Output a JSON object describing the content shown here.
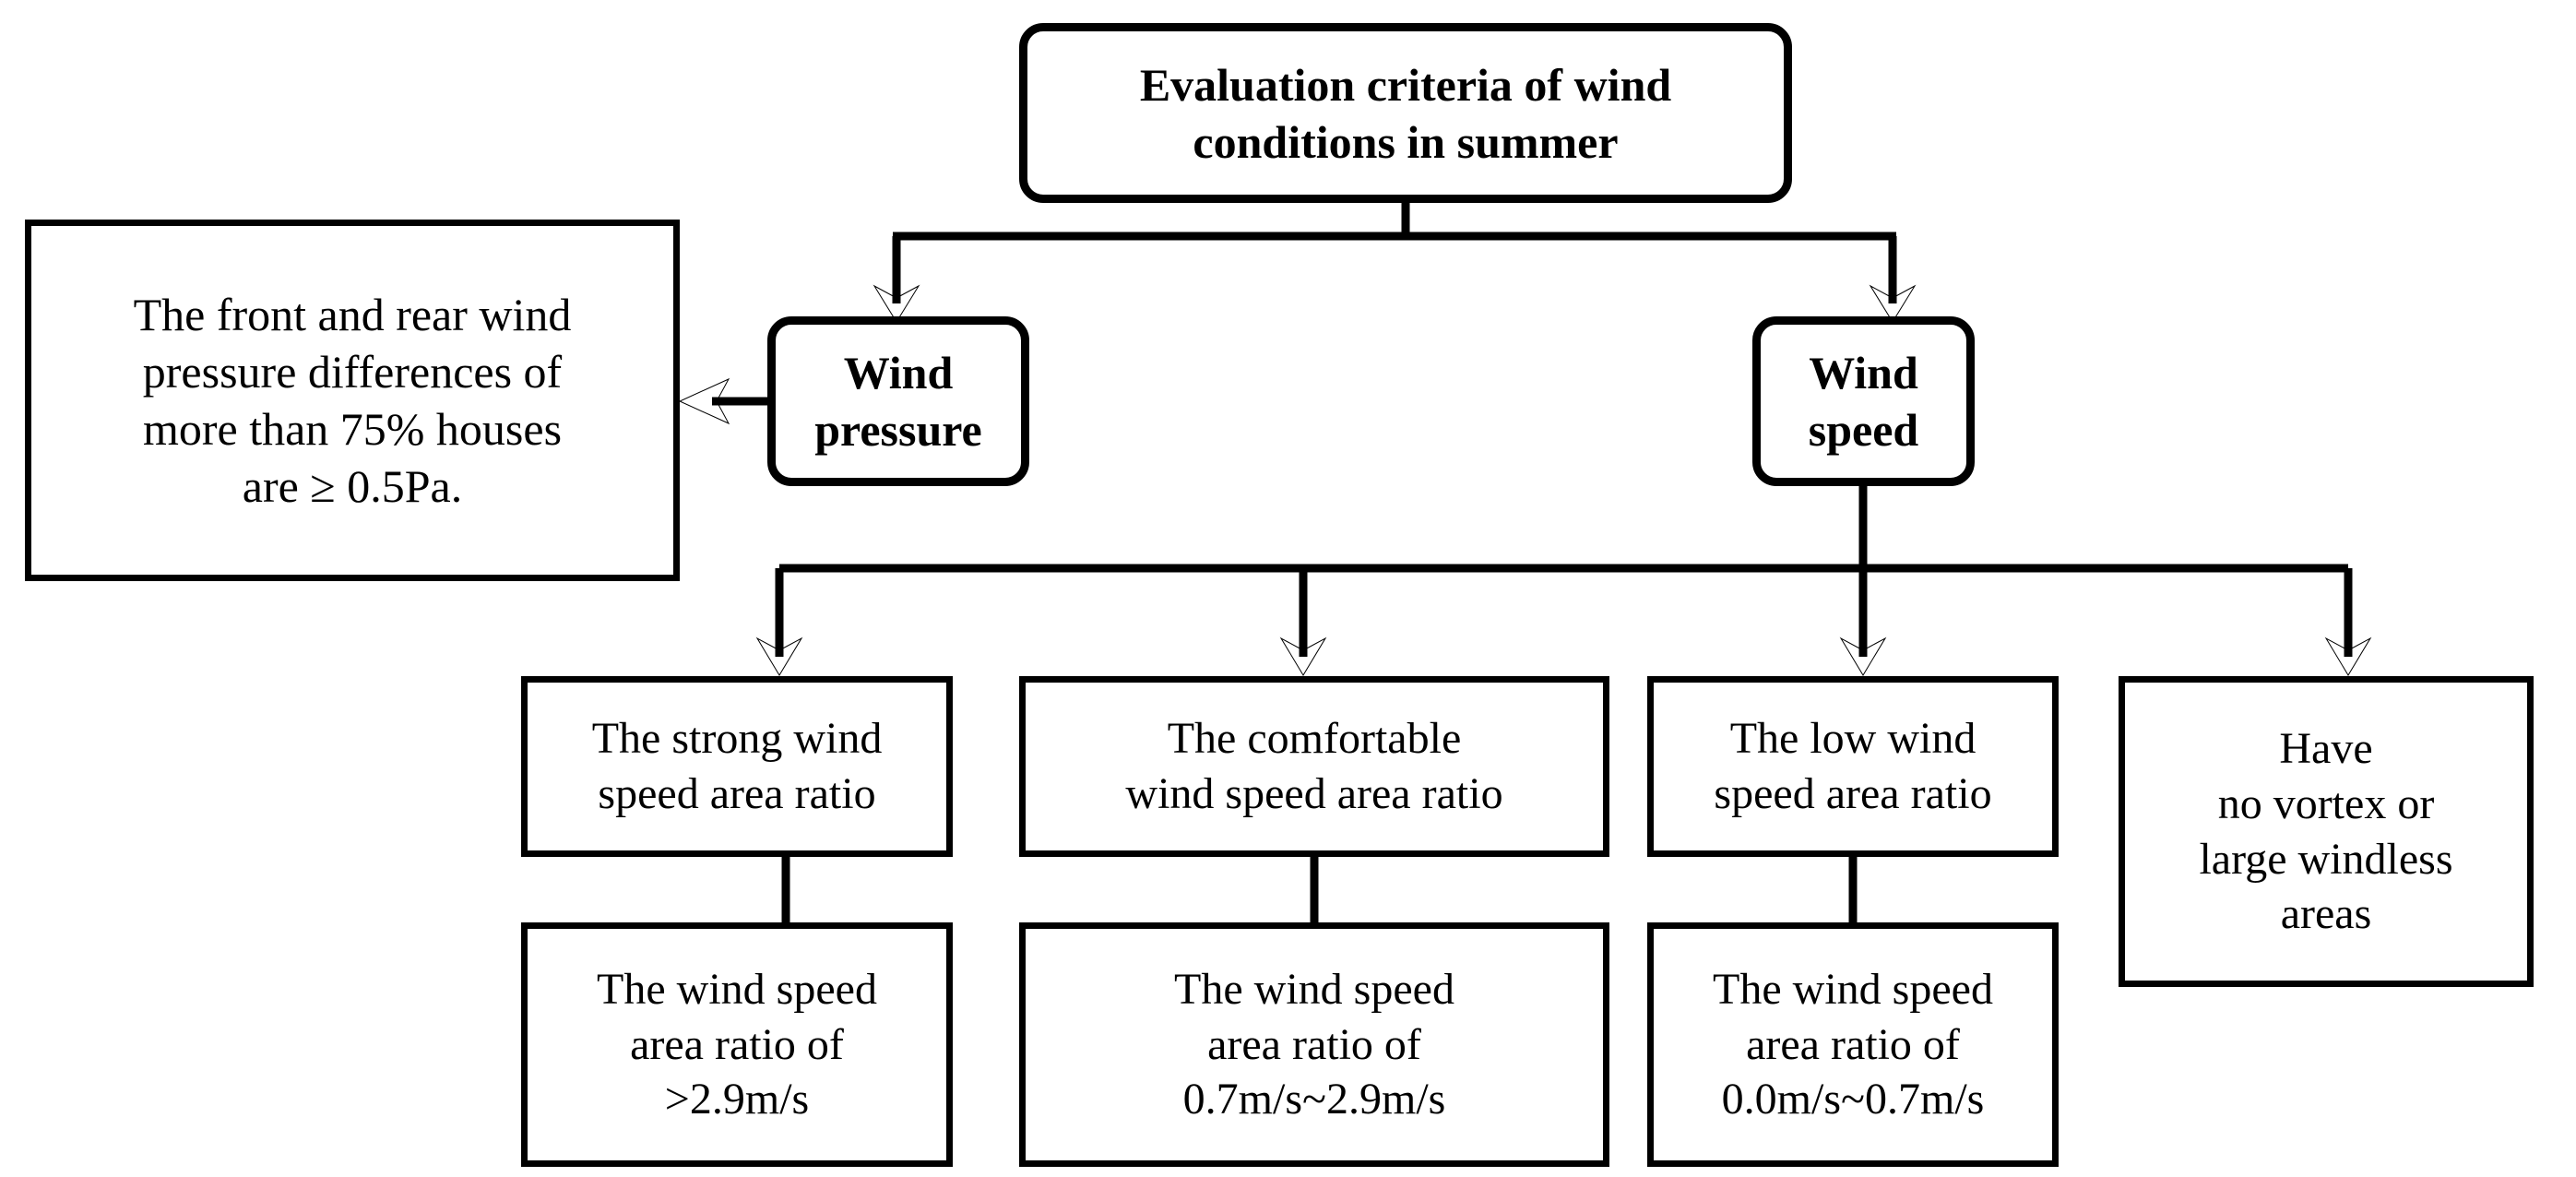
{
  "diagram": {
    "title": "Evaluation criteria of wind conditions in summer",
    "type": "flowchart",
    "orientation": "top-down",
    "nodes": {
      "root": {
        "label": "Evaluation criteria of wind\nconditions in summer",
        "shape": "rounded-rectangle",
        "emphasis": "bold"
      },
      "wind_pressure": {
        "label": "Wind\npressure",
        "shape": "rounded-rectangle",
        "emphasis": "bold"
      },
      "wind_speed": {
        "label": "Wind\nspeed",
        "shape": "rounded-rectangle",
        "emphasis": "bold"
      },
      "wind_pressure_criterion": {
        "label": "The front and rear wind\npressure differences of\nmore than 75% houses\nare ≥ 0.5Pa.",
        "shape": "rectangle"
      },
      "criterion_strong": {
        "label": "The strong wind\nspeed area ratio",
        "shape": "rectangle"
      },
      "criterion_comfortable": {
        "label": "The comfortable\nwind speed area ratio",
        "shape": "rectangle"
      },
      "criterion_low": {
        "label": "The low wind\nspeed area ratio",
        "shape": "rectangle"
      },
      "criterion_vortex": {
        "label": "Have\nno vortex or\nlarge windless\nareas",
        "shape": "rectangle"
      },
      "range_strong": {
        "label": "The wind speed\narea ratio of\n>2.9m/s",
        "shape": "rectangle"
      },
      "range_comfortable": {
        "label": "The wind speed\narea ratio of\n0.7m/s~2.9m/s",
        "shape": "rectangle"
      },
      "range_low": {
        "label": "The wind speed\narea ratio of\n0.0m/s~0.7m/s",
        "shape": "rectangle"
      }
    },
    "edges": [
      {
        "from": "root",
        "to": "wind_pressure",
        "arrow": "down"
      },
      {
        "from": "root",
        "to": "wind_speed",
        "arrow": "down"
      },
      {
        "from": "wind_pressure",
        "to": "wind_pressure_criterion",
        "arrow": "left"
      },
      {
        "from": "wind_speed",
        "to": "criterion_strong",
        "arrow": "down"
      },
      {
        "from": "wind_speed",
        "to": "criterion_comfortable",
        "arrow": "down"
      },
      {
        "from": "wind_speed",
        "to": "criterion_low",
        "arrow": "down"
      },
      {
        "from": "wind_speed",
        "to": "criterion_vortex",
        "arrow": "down"
      },
      {
        "from": "criterion_strong",
        "to": "range_strong",
        "arrow": "none"
      },
      {
        "from": "criterion_comfortable",
        "to": "range_comfortable",
        "arrow": "none"
      },
      {
        "from": "criterion_low",
        "to": "range_low",
        "arrow": "none"
      }
    ],
    "colors": {
      "stroke": "#000000",
      "fill": "#ffffff",
      "text": "#000000"
    }
  }
}
